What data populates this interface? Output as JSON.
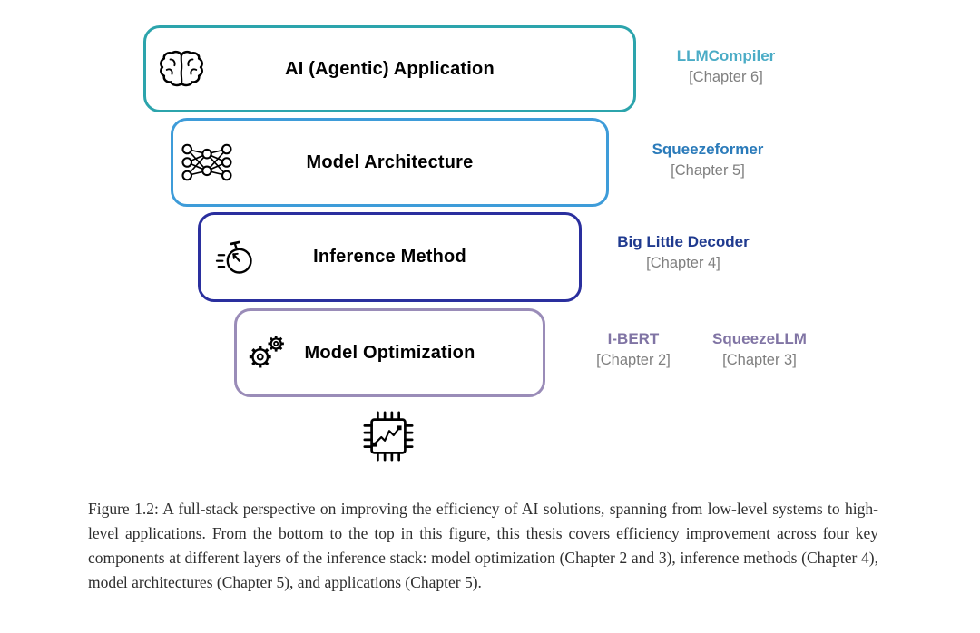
{
  "figure": {
    "layers": [
      {
        "label": "AI (Agentic) Application",
        "icon": "brain-icon",
        "border_color": "#2CA4AC",
        "projects": [
          {
            "name": "LLMCompiler",
            "chapter": "[Chapter 6]",
            "color": "#4BACC6"
          }
        ]
      },
      {
        "label": "Model Architecture",
        "icon": "neural-network-icon",
        "border_color": "#3E9CD9",
        "projects": [
          {
            "name": "Squeezeformer",
            "chapter": "[Chapter 5]",
            "color": "#2B7BBA"
          }
        ]
      },
      {
        "label": "Inference Method",
        "icon": "stopwatch-icon",
        "border_color": "#2A2F9E",
        "projects": [
          {
            "name": "Big Little Decoder",
            "chapter": "[Chapter 4]",
            "color": "#1F3A8F"
          }
        ]
      },
      {
        "label": "Model Optimization",
        "icon": "gears-icon",
        "border_color": "#9A8CB8",
        "projects": [
          {
            "name": "I-BERT",
            "chapter": "[Chapter 2]",
            "color": "#8074A4"
          },
          {
            "name": "SqueezeLLM",
            "chapter": "[Chapter 3]",
            "color": "#8074A4"
          }
        ]
      }
    ],
    "chapter_text_color": "#7f7f7f",
    "caption": "Figure 1.2: A full-stack perspective on improving the efficiency of AI solutions, spanning from low-level systems to high-level applications. From the bottom to the top in this figure, this thesis covers efficiency improvement across four key components at different layers of the inference stack: model optimization (Chapter 2 and 3), inference methods (Chapter 4), model architectures (Chapter 5), and applications (Chapter 5)."
  }
}
